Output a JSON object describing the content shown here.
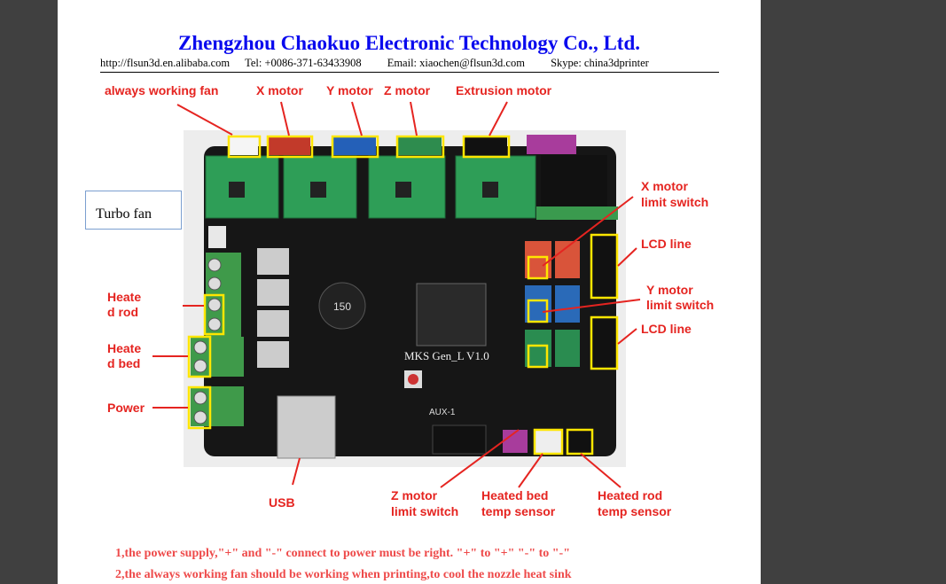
{
  "header": {
    "title": "Zhengzhou Chaokuo Electronic Technology Co., Ltd.",
    "website": "http://flsun3d.en.alibaba.com",
    "tel": "Tel: +0086-371-63433908",
    "email": "Email: xiaochen@flsun3d.com",
    "skype": "Skype: china3dprinter"
  },
  "diagram": {
    "board_name": "MKS  Gen_L V1.0",
    "inductor": "150",
    "aux": "AUX-1",
    "labels": {
      "always_fan": "always working fan",
      "x_motor": "X motor",
      "y_motor": "Y motor",
      "z_motor": "Z motor",
      "extrusion": "Extrusion motor",
      "turbo_fan": "Turbo fan",
      "heated_rod": [
        "Heate",
        "d rod"
      ],
      "heated_bed": [
        "Heate",
        "d bed"
      ],
      "power": "Power",
      "x_limit": [
        "X motor",
        "limit switch"
      ],
      "lcd1": "LCD line",
      "y_limit": [
        "Y motor",
        "limit switch"
      ],
      "lcd2": "LCD line",
      "usb": "USB",
      "z_limit": [
        "Z motor",
        "limit switch"
      ],
      "bed_temp": [
        "Heated bed",
        "temp sensor"
      ],
      "rod_temp": [
        "Heated rod",
        "temp sensor"
      ]
    }
  },
  "notes": [
    "1,the power supply,\"+\" and \"-\" connect to power must be right. \"+\" to \"+\"  \"-\" to \"-\"",
    "2,the always working fan should be working when printing,to cool the nozzle heat sink"
  ]
}
